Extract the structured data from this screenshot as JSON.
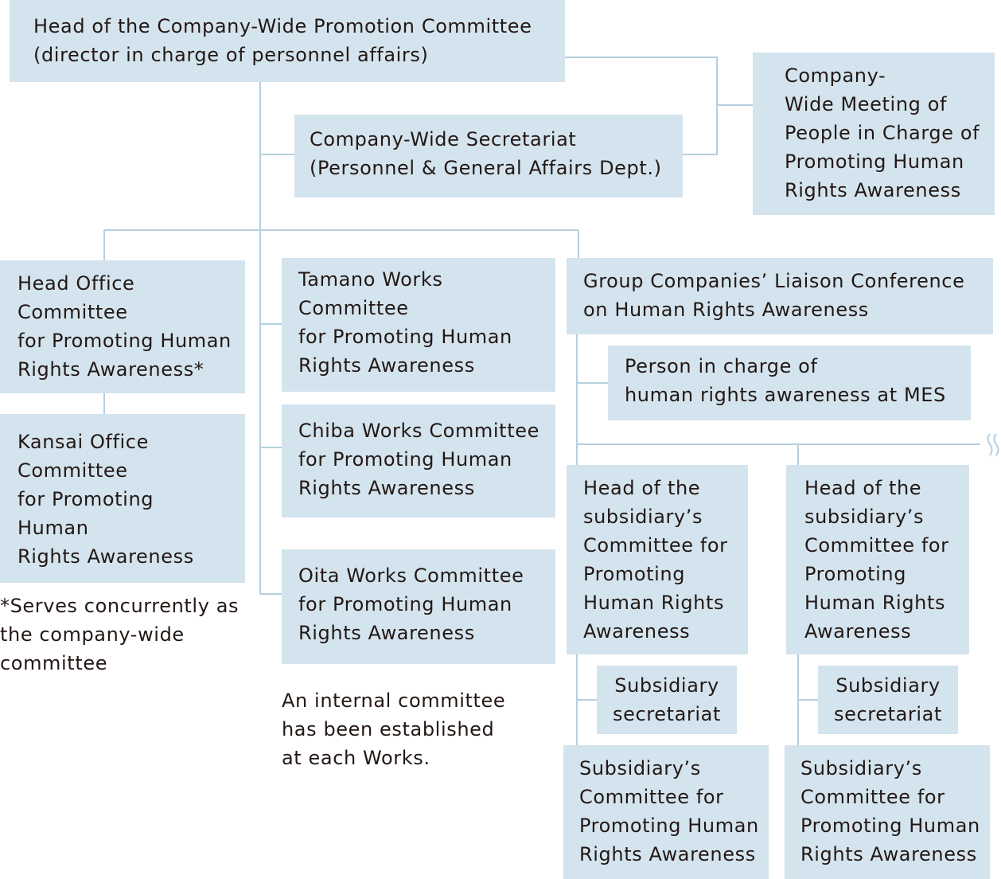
{
  "boxes": {
    "company_head": "Head of the Company-Wide Promotion Committee\n(director in charge of personnel affairs)",
    "meeting": "Company-\nWide Meeting of\nPeople in Charge of\nPromoting Human\nRights Awareness",
    "secretariat": "Company-Wide Secretariat\n(Personnel & General Affairs Dept.)",
    "head_office": "Head Office\nCommittee\nfor Promoting Human\nRights Awareness*",
    "kansai": "Kansai Office\nCommittee\nfor Promoting\nHuman\nRights Awareness",
    "tamano": "Tamano Works\nCommittee\nfor Promoting Human\nRights Awareness",
    "chiba": "Chiba Works Committee\nfor Promoting Human\nRights Awareness",
    "oita": "Oita Works Committee\nfor Promoting Human\nRights Awareness",
    "group_conf": "Group Companies’ Liaison Conference\non Human Rights Awareness",
    "mes_person": "Person in charge of\nhuman rights awareness at MES",
    "sub_head_1": "Head of the\nsubsidiary’s\nCommittee for\nPromoting\nHuman Rights\nAwareness",
    "sub_head_2": "Head of the\nsubsidiary’s\nCommittee for\nPromoting\nHuman Rights\nAwareness",
    "sub_sec_1": "Subsidiary\nsecretariat",
    "sub_sec_2": "Subsidiary\nsecretariat",
    "sub_comm_1": "Subsidiary’s\nCommittee for\nPromoting Human\nRights Awareness",
    "sub_comm_2": "Subsidiary’s\nCommittee for\nPromoting Human\nRights Awareness"
  },
  "notes": {
    "footnote": "*Serves concurrently as\nthe company-wide\ncommittee",
    "works_note": "An internal committee\nhas been established\nat each Works."
  },
  "colors": {
    "box_fill": "#d4e4ee",
    "connector": "#b5cfde",
    "text": "#231815"
  }
}
